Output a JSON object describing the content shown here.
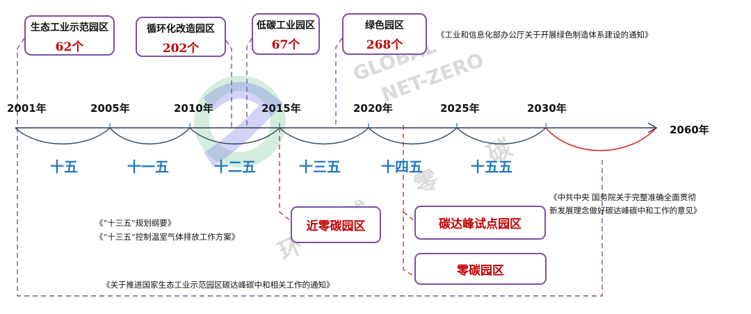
{
  "top_boxes": [
    {
      "title": "生态工业示范园区",
      "count": "62个"
    },
    {
      "title": "循环化改造园区",
      "count": "202个"
    },
    {
      "title": "低碳工业园区",
      "count": "67个"
    },
    {
      "title": "绿色园区",
      "count": "268个"
    }
  ],
  "years": [
    "2001年",
    "2005年",
    "2010年",
    "2015年",
    "2020年",
    "2025年",
    "2030年",
    "2060年"
  ],
  "periods": [
    "十五",
    "十一五",
    "十二五",
    "十三五",
    "十四五",
    "十五五"
  ],
  "red_boxes": [
    "近零碳园区",
    "碳达峰试点园区",
    "零碳园区"
  ],
  "documents": {
    "green_notice": "《工业和信息化部办公厅关于开展绿色制造体系建设的通知》",
    "plan_outline": "《“十三五”规划纲要》",
    "ghg_plan": "《“十三五”控制温室气体排放工作方案》",
    "central_opinion_1": "《中共中央  国务院关于完整准确全面贯彻",
    "central_opinion_2": "新发展理念做好碳达峰碳中和工作的意见》",
    "eco_park_notice": "《关于推进国家生态工业示范园区碳达峰碳中和相关工作的通知》"
  },
  "watermark": {
    "line1": "GLOBAL",
    "line2": "NET-ZERO",
    "chars": [
      "环",
      "球",
      "零",
      "碳"
    ]
  },
  "colors": {
    "purple": "#7a4fa6",
    "red": "#c00000",
    "blue": "#1f77c4",
    "axis": "#2f3a4a"
  }
}
